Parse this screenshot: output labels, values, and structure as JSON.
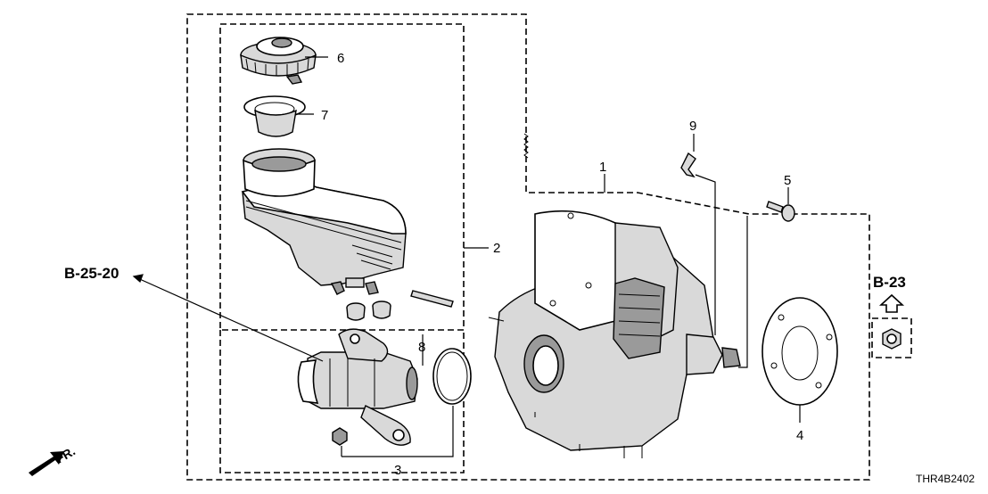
{
  "callouts": {
    "c1": "1",
    "c2": "2",
    "c3": "3",
    "c4": "4",
    "c5": "5",
    "c6": "6",
    "c7": "7",
    "c8": "8",
    "c9": "9"
  },
  "references": {
    "left": "B-25-20",
    "right": "B-23"
  },
  "direction": {
    "label": "FR."
  },
  "diagram_code": "THR4B2402"
}
